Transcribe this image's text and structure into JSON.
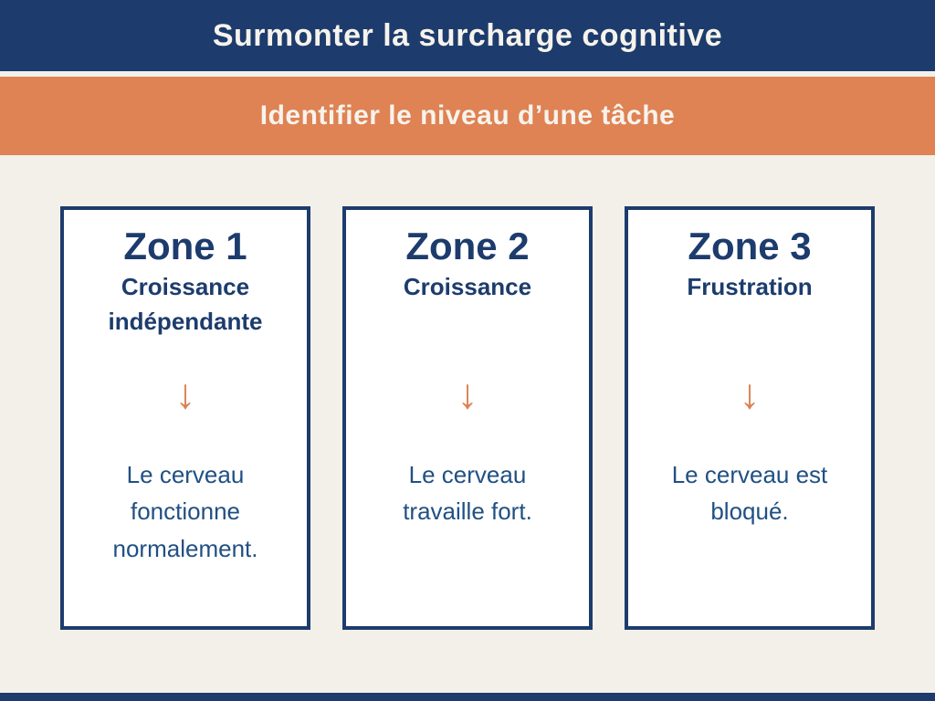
{
  "colors": {
    "navy": "#1d3c6d",
    "orange": "#df8254",
    "cream_background": "#f2f0e9",
    "body_text_blue": "#215083"
  },
  "header": {
    "title": "Surmonter la surcharge cognitive"
  },
  "subheader": {
    "title": "Identifier le niveau d’une tâche"
  },
  "cards": [
    {
      "title": "Zone 1",
      "subtitle": "Croissance\nindépendante",
      "arrow_icon": "↓",
      "body": "Le cerveau\nfonctionne\nnormalement."
    },
    {
      "title": "Zone 2",
      "subtitle": "Croissance",
      "arrow_icon": "↓",
      "body": "Le cerveau\ntravaille fort."
    },
    {
      "title": "Zone 3",
      "subtitle": "Frustration",
      "arrow_icon": "↓",
      "body": "Le cerveau est\nbloqué."
    }
  ]
}
